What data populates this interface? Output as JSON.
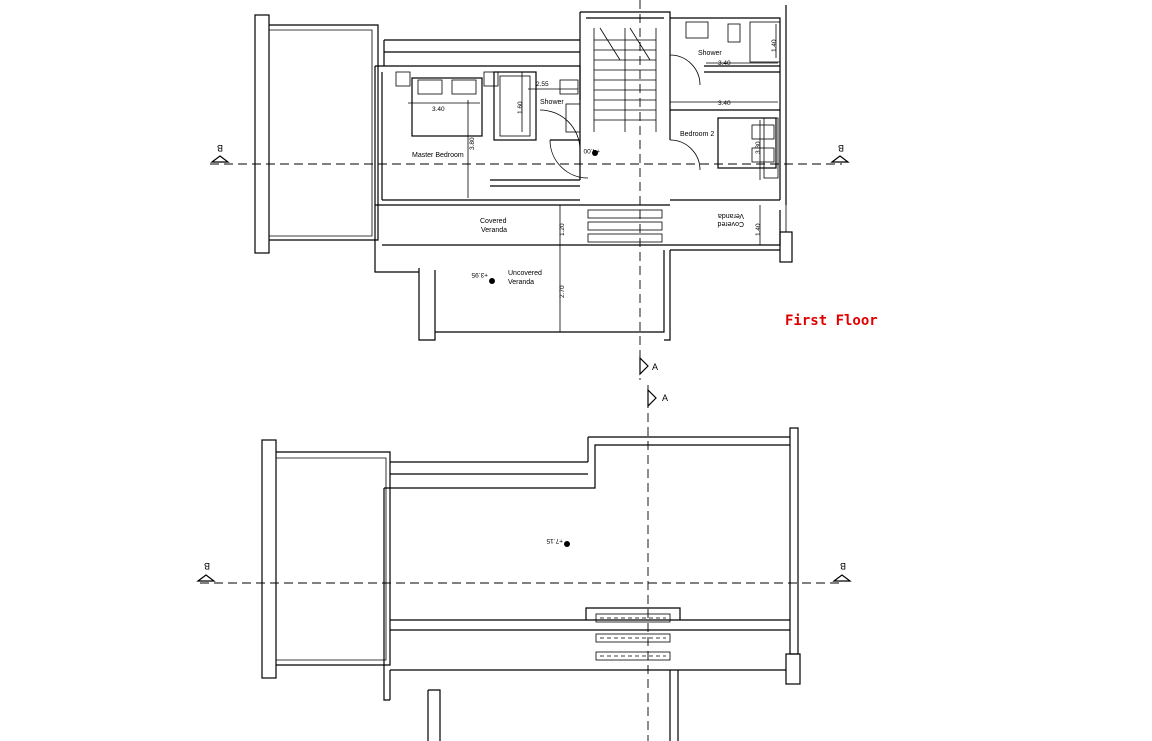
{
  "title": "First Floor",
  "rooms": {
    "master_bedroom": "Master Bedroom",
    "shower_left": "Shower",
    "shower_right": "Shower",
    "bedroom_2": "Bedroom 2",
    "covered_veranda_1": "Covered",
    "covered_veranda_2": "Veranda",
    "covered_veranda_right_1": "Covered",
    "covered_veranda_right_2": "Veranda",
    "uncovered_veranda_1": "Uncovered",
    "uncovered_veranda_2": "Veranda"
  },
  "dimensions": {
    "master_width": "3.40",
    "master_height": "3.80",
    "wardrobe": "1.60",
    "shower_left_width": "2.55",
    "bed2_width": "3.40",
    "shower_right_width": "3.40",
    "bed2_height": "3.30",
    "shower_right_small": "1.40",
    "veranda_covered_depth": "1.20",
    "veranda_uncovered_depth": "2.70",
    "veranda_right_depth": "1.40"
  },
  "levels": {
    "first_floor": "+4.00",
    "uncovered_veranda": "+3.95",
    "roof": "+7.15"
  },
  "section_marks": {
    "b": "B",
    "a": "A"
  }
}
